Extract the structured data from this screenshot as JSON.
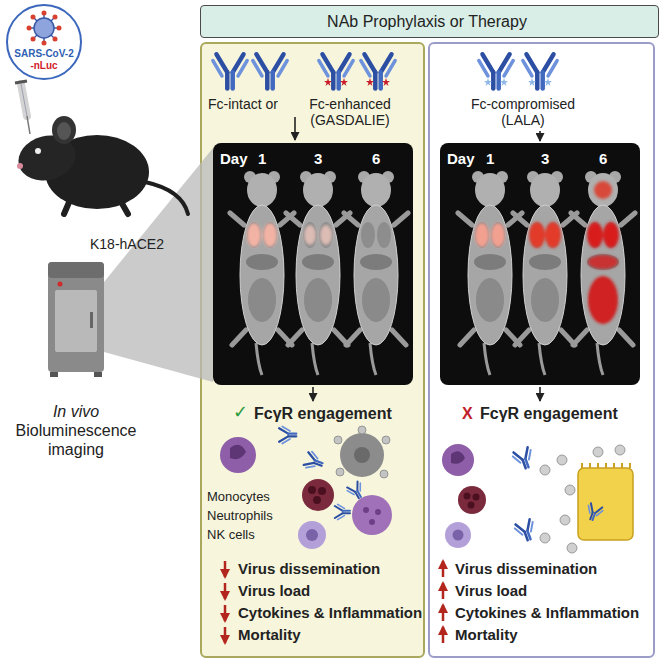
{
  "diagram": {
    "nodes": [
      {
        "text": [
          "SARS-CoV-2",
          "-nLuc"
        ]
      },
      {
        "text": [
          "NAb Prophylaxis or Therapy"
        ]
      },
      {
        "text": [
          "Fc-intact or",
          "Fc-enhanced (GASDALIE)",
          "FcγR engagement",
          "Monocytes",
          "Neutrophils",
          "NK cells",
          "Virus dissemination",
          "Virus load",
          "Cytokines & Inflammation",
          "Mortality"
        ]
      },
      {
        "text": [
          "Day",
          "1",
          "3",
          "6"
        ],
        "in": 2
      },
      {
        "text": [
          "Fc-compromised (LALA)",
          "FcγR engagement",
          "Virus dissemination",
          "Virus load",
          "Cytokines & Inflammation",
          "Mortality"
        ]
      },
      {
        "text": [
          "Day",
          "1",
          "3",
          "6"
        ],
        "in": 4
      }
    ],
    "labels": [
      "K18-hACE2",
      "In vivo",
      "Bioluminescence imaging",
      "✓",
      "X"
    ]
  }
}
